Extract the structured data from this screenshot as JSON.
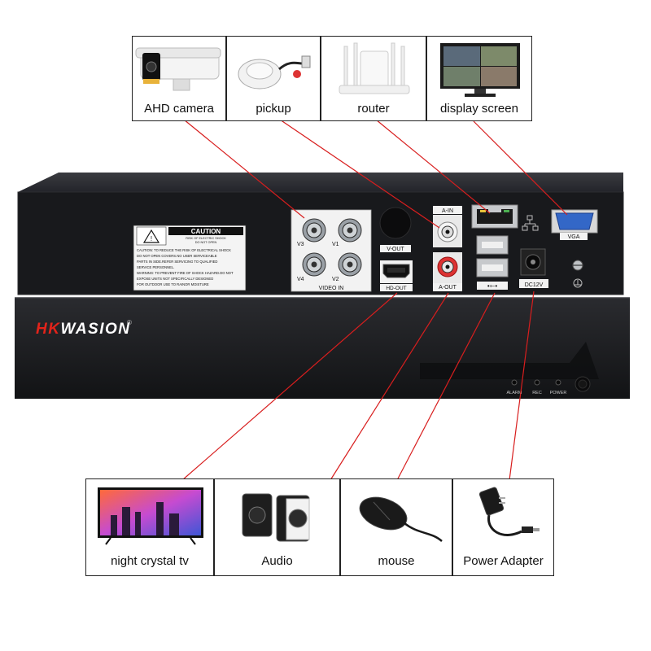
{
  "top_devices": [
    {
      "id": "ahd",
      "label": "AHD camera",
      "icon": "security-camera"
    },
    {
      "id": "pickup",
      "label": "pickup",
      "icon": "microphone-pickup"
    },
    {
      "id": "router",
      "label": "router",
      "icon": "wifi-router"
    },
    {
      "id": "display",
      "label": "display screen",
      "icon": "monitor"
    }
  ],
  "bottom_devices": [
    {
      "id": "tv",
      "label": "night crystal tv",
      "icon": "television"
    },
    {
      "id": "audio",
      "label": "Audio",
      "icon": "speakers"
    },
    {
      "id": "mouse",
      "label": "mouse",
      "icon": "computer-mouse"
    },
    {
      "id": "power",
      "label": "Power Adapter",
      "icon": "power-adapter"
    }
  ],
  "dvr": {
    "brand": "HKWASION",
    "brand_mark": "®",
    "caution": {
      "title": "CAUTION",
      "sub1": "RISK OF ELECTRIC SHOCK",
      "sub2": "DO NOT OPEN",
      "lines": [
        "CAUTION: TO REDUCE THE RISK OF ELECTRICAL SHOCK",
        "DO NOT OPEN COVERS.NO USER SERVICEABLE",
        "PARTS IN SIDE.REFER SERVICING TO QUALIFIED",
        "SERVICE PERSONNEL.",
        "WARNING: TO PREVENT FIRE OF SHOCK HAZARD.DO NOT",
        "EXPOSE UNITS NOT SPECIFICALLY DESIGNED",
        "FOR OUTDOOR USE TO RAINOR MOISTURE"
      ]
    },
    "ports": {
      "v1": "V1",
      "v2": "V2",
      "v3": "V3",
      "v4": "V4",
      "video_in": "VIDEO IN",
      "v_out": "V-OUT",
      "hd_out": "HD-OUT",
      "a_in": "A-IN",
      "a_out": "A-OUT",
      "vga": "VGA",
      "dc": "DC12V"
    },
    "indicators": {
      "alarm": "ALARM",
      "rec": "REC",
      "power": "POWER"
    }
  },
  "colors": {
    "connector_line": "#d81e1e",
    "chassis": "#1c1d20",
    "panel": "#141517"
  }
}
